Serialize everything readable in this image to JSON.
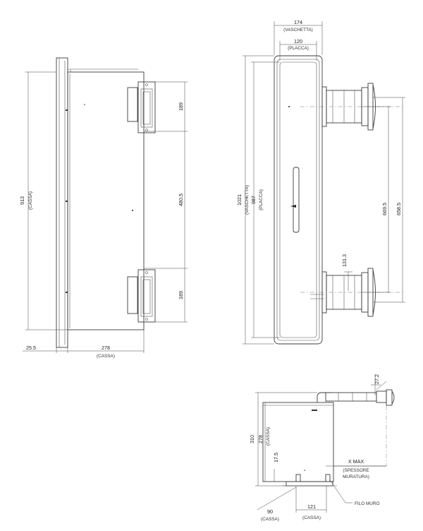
{
  "views": {
    "side": {
      "height": "913",
      "height_sub": "(CASSA)",
      "spacing_top": "189",
      "spacing_mid": "480.5",
      "spacing_bottom": "189",
      "flange": "25.5",
      "depth": "278",
      "depth_sub": "(CASSA)"
    },
    "front": {
      "tray_width": "174",
      "tray_width_sub": "(VASCHETTA)",
      "plate_width": "120",
      "plate_width_sub": "(PLACCA)",
      "tray_height": "1021",
      "tray_height_sub": "(VASCHETTA)",
      "plate_height": "987",
      "plate_height_sub": "(PLACCA)",
      "pipe_spacing_a": "669.5",
      "pipe_spacing_b": "658.5",
      "pipe_offset": "131.3"
    },
    "plan": {
      "total": "310",
      "box": "278",
      "box_sub": "(CASSA)",
      "small": "17.5",
      "pipe_top": "27.2",
      "xmax": "X MAX",
      "xmax_sub1": "(SPESSORE",
      "xmax_sub2": "MURATURA)",
      "wall_label": "FILO MURO",
      "bottom_a": "90",
      "bottom_a_sub": "(CASSA)",
      "bottom_b": "121",
      "bottom_b_sub": "(CASSA)"
    }
  }
}
